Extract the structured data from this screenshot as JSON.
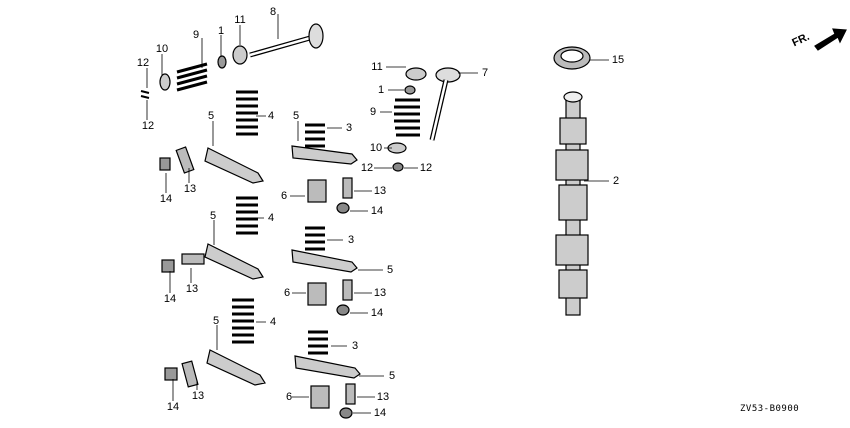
{
  "diagram": {
    "fr_label": "FR.",
    "code": "ZV53-B0900",
    "callouts": [
      "12",
      "12",
      "10",
      "9",
      "1",
      "11",
      "8",
      "4",
      "5",
      "3",
      "5",
      "14",
      "13",
      "6",
      "13",
      "14",
      "11",
      "1",
      "9",
      "10",
      "12",
      "12",
      "7",
      "15",
      "2",
      "5",
      "4",
      "3",
      "5",
      "14",
      "13",
      "6",
      "13",
      "14",
      "5",
      "4",
      "3",
      "5",
      "14",
      "13",
      "6",
      "13",
      "14"
    ]
  }
}
